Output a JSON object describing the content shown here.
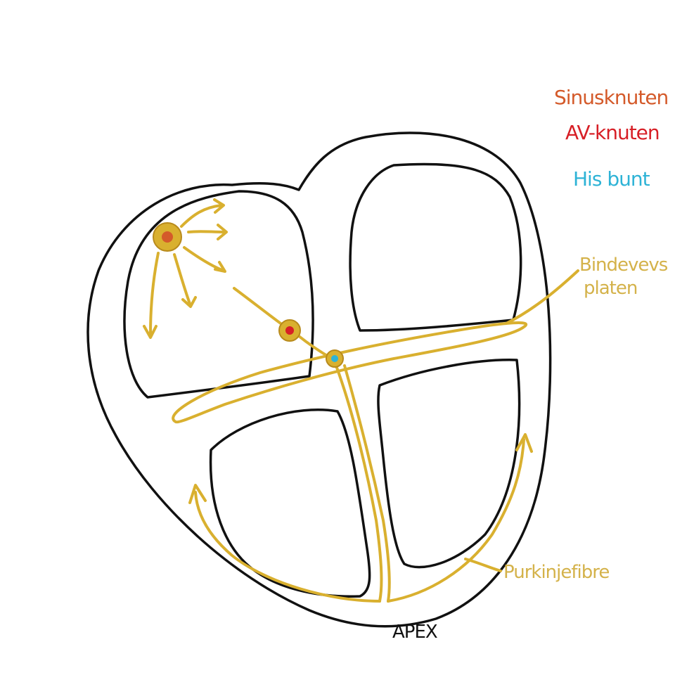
{
  "colors": {
    "outline": "#111111",
    "conduction": "#d9b02f",
    "label_gold": "#d4b24a",
    "sinus": "#d45a2a",
    "av": "#d71f26",
    "his": "#2eb3d6"
  },
  "labels": {
    "sinusknuten": "Sinusknuten",
    "av_knuten": "AV-knuten",
    "his_bunt": "His bunt",
    "bindevevs_line1": "Bindevevs",
    "bindevevs_line2": "platen",
    "purkinjefibre": "Purkinjefibre",
    "apex": "APEX"
  }
}
